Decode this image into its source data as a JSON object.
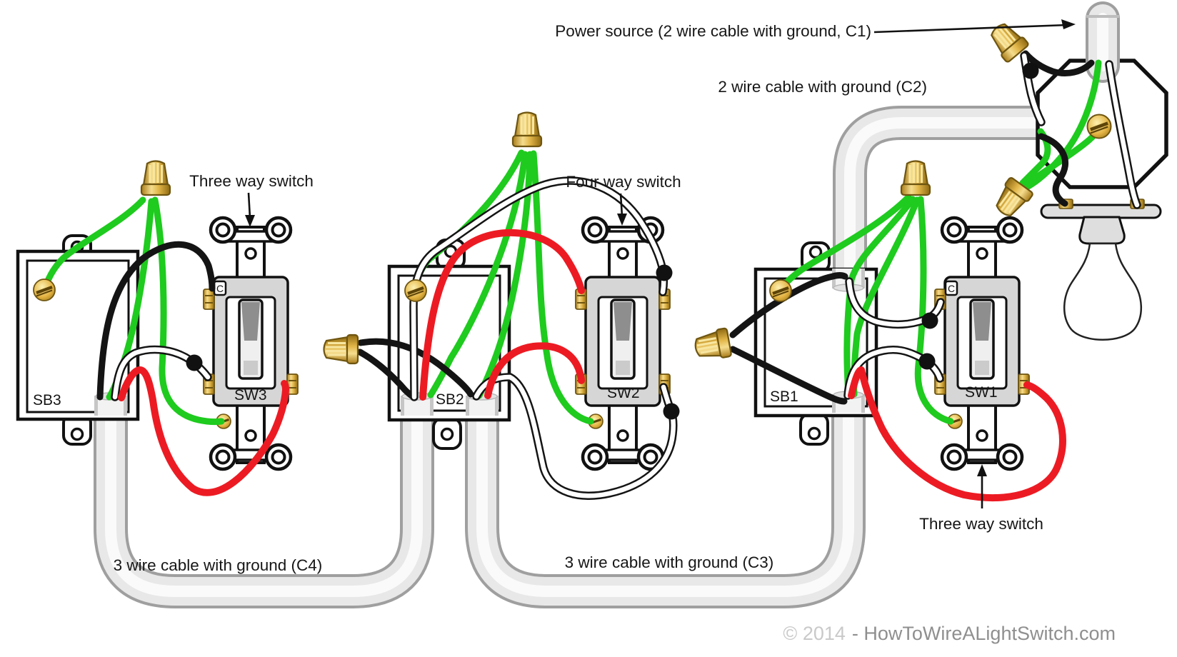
{
  "annotations": {
    "power_source": "Power source (2 wire cable with ground, C1)",
    "cable_c2": "2 wire cable with ground (C2)",
    "three_way_sw3": "Three way switch",
    "four_way_sw2": "Four way switch",
    "three_way_sw1": "Three way switch",
    "cable_c4": "3 wire cable with ground (C4)",
    "cable_c3": "3 wire cable with ground (C3)"
  },
  "components": {
    "box1": "SB1",
    "box2": "SB2",
    "box3": "SB3",
    "switch1": "SW1",
    "switch2": "SW2",
    "switch3": "SW3",
    "common_terminal": "C"
  },
  "footer": {
    "copyright": "© 2014",
    "site": "- HowToWireALightSwitch.com"
  },
  "colors": {
    "ground_wire": "#1ecb1e",
    "hot_wire": "#141414",
    "neutral_wire": "#ffffff",
    "traveler_wire": "#ec1b23",
    "brass": "#d9a425",
    "cable_gray": "#e8e8e8"
  }
}
